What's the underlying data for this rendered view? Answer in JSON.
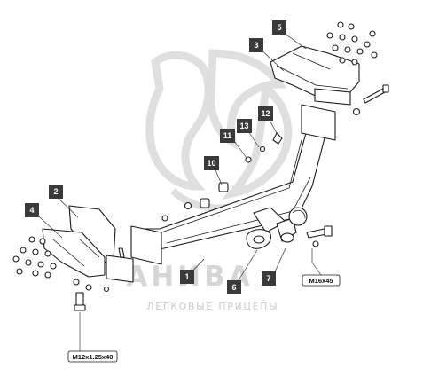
{
  "watermark": {
    "brand": "АНИВА",
    "subtitle": "ЛЕГКОВЫЕ ПРИЦЕПЫ"
  },
  "callouts": [
    {
      "id": "1",
      "label": "1"
    },
    {
      "id": "2",
      "label": "2"
    },
    {
      "id": "3",
      "label": "3"
    },
    {
      "id": "4",
      "label": "4"
    },
    {
      "id": "5",
      "label": "5"
    },
    {
      "id": "6",
      "label": "6"
    },
    {
      "id": "7",
      "label": "7"
    },
    {
      "id": "10",
      "label": "10"
    },
    {
      "id": "11",
      "label": "11"
    },
    {
      "id": "12",
      "label": "12"
    },
    {
      "id": "13",
      "label": "13"
    }
  ],
  "specs": {
    "bolt_ball": "M16x45",
    "bolt_bracket": "M12x1.25x40"
  },
  "colors": {
    "callout_fill": "#3a3a3a",
    "line": "#1a1a1a",
    "watermark": "#d6d6d6"
  }
}
